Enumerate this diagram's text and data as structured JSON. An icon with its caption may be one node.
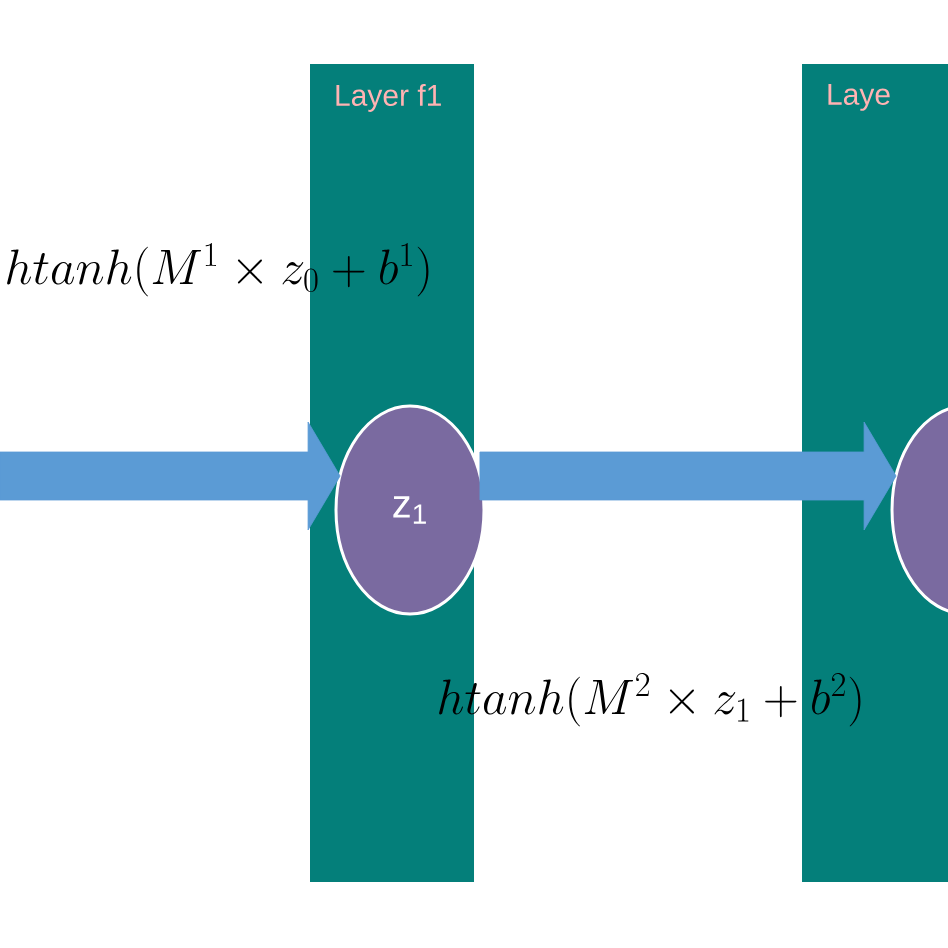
{
  "diagram": {
    "nodes": [
      {
        "text": [
          "Layer f1"
        ]
      },
      {
        "text": [
          "z$_{1}$"
        ],
        "in": 0
      },
      {
        "text": [
          "Laye"
        ]
      },
      {
        "text": [],
        "shape": "circle",
        "in": 2
      }
    ],
    "edges": [
      {
        "from": null,
        "to": 1,
        "arrow": "to"
      },
      {
        "from": 1,
        "to": 3,
        "arrow": "to"
      }
    ],
    "labels": [
      "htanh(M^{1}\\times z_{0}+b^{1})",
      "htanh(M^{2}\\times z_{1}+b^{2})"
    ]
  }
}
